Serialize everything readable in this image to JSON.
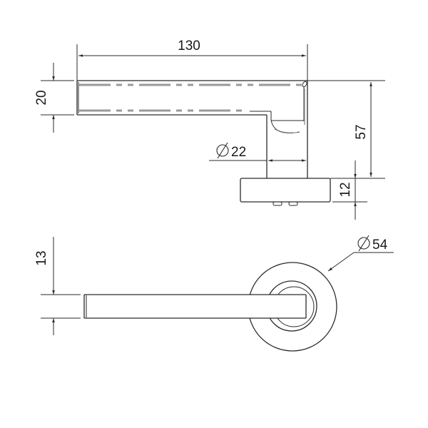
{
  "drawing": {
    "subject": "Door lever handle on round rose",
    "colors": {
      "line": "#2a2a2a",
      "hidden_line": "#9a9a9a",
      "background": "#ffffff"
    },
    "side_view": {
      "dim_length": "130",
      "dim_lever_height": "20",
      "dim_neck_diameter": "∕22",
      "dim_neck_diameter_symbol": "⌀",
      "dim_neck_diameter_value": "22",
      "dim_height_to_rose": "57",
      "dim_rose_thickness": "12"
    },
    "top_view": {
      "dim_lever_width": "13",
      "dim_rose_diameter_symbol": "⌀",
      "dim_rose_diameter_value": "54"
    }
  }
}
